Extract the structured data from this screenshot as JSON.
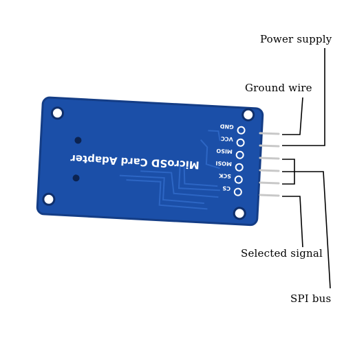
{
  "annotations": {
    "power_supply": "Power supply",
    "ground_wire": "Ground wire",
    "selected_signal": "Selected signal",
    "spi_bus": "SPI bus"
  },
  "board": {
    "title": "MicroSD Card Adapter",
    "pins": [
      "GND",
      "VCC",
      "MISO",
      "MOSI",
      "SCK",
      "CS"
    ]
  },
  "colors": {
    "pcb": "#1b4fa8",
    "pcb_dark": "#143d86",
    "trace": "#2d66c4",
    "pin_metal": "#c8c8c8",
    "annotation_line": "#000000"
  }
}
